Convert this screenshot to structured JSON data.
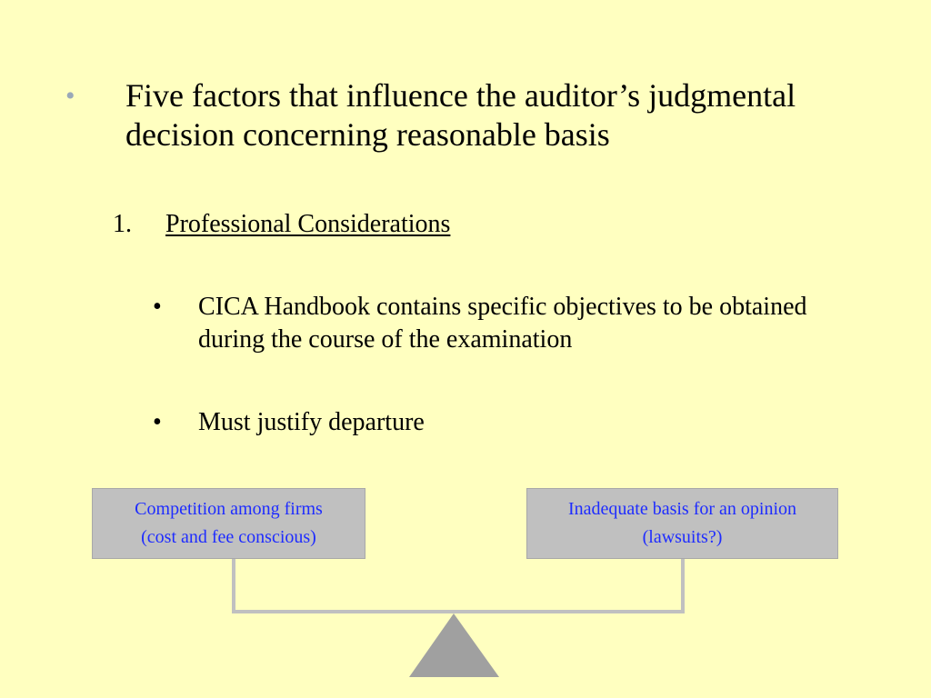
{
  "slide": {
    "main_bullet": {
      "marker": "•",
      "text": "Five factors that influence the auditor’s judgmental decision concerning reasonable basis"
    },
    "numbered_item": {
      "number": "1.",
      "label": "Professional Considerations"
    },
    "sub_bullets": [
      {
        "marker": "•",
        "text": "CICA Handbook contains specific objectives to be obtained during the course of the examination"
      },
      {
        "marker": "•",
        "text": "Must justify departure"
      }
    ],
    "scale": {
      "left_box": {
        "line1": "Competition among firms",
        "line2": "(cost and fee conscious)"
      },
      "right_box": {
        "line1": "Inadequate basis for an opinion",
        "line2": "(lawsuits?)"
      },
      "colors": {
        "background": "#ffffc0",
        "box_fill": "#c0c0c0",
        "box_text": "#1e2cff",
        "beam": "#c0c0c0",
        "fulcrum": "#a0a0a0"
      }
    }
  }
}
